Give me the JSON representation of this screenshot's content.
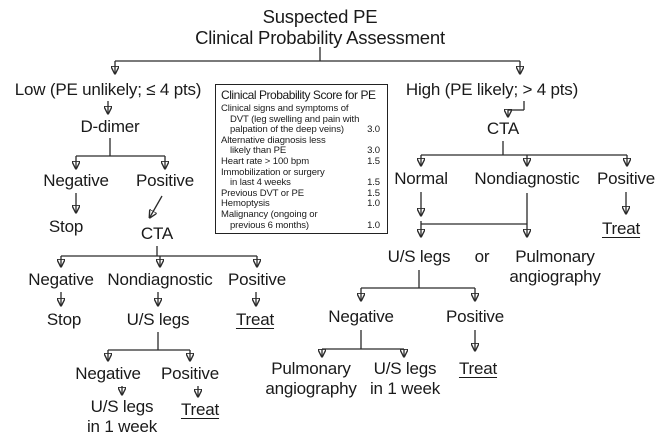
{
  "colors": {
    "ink": "#1a1a1a",
    "background": "#ffffff"
  },
  "title": {
    "line1": "Suspected PE",
    "line2": "Clinical Probability Assessment"
  },
  "flow": {
    "low_header": "Low (PE unlikely; ≤ 4 pts)",
    "high_header": "High (PE likely; > 4 pts)",
    "d_dimer": "D-dimer",
    "dd_negative": "Negative",
    "dd_positive": "Positive",
    "stop_after_ddimer": "Stop",
    "cta_left": "CTA",
    "cta_left_negative": "Negative",
    "cta_left_nondiagnostic": "Nondiagnostic",
    "cta_left_positive": "Positive",
    "stop_after_cta": "Stop",
    "us_legs_left": "U/S legs",
    "treat_cta_left": "Treat",
    "usl_left_negative": "Negative",
    "usl_left_positive": "Positive",
    "us_legs_1week_left_line1": "U/S legs",
    "us_legs_1week_left_line2": "in 1 week",
    "treat_usl_left": "Treat",
    "cta_right": "CTA",
    "cta_right_normal": "Normal",
    "cta_right_nondiagnostic": "Nondiagnostic",
    "cta_right_positive": "Positive",
    "treat_cta_right": "Treat",
    "us_legs_right": "U/S legs",
    "or_connector": "or",
    "pulmonary_angiography_mid_line1": "Pulmonary",
    "pulmonary_angiography_mid_line2": "angiography",
    "usl_right_negative": "Negative",
    "usl_right_positive": "Positive",
    "pulmonary_angiography_bottom_line1": "Pulmonary",
    "pulmonary_angiography_bottom_line2": "angiography",
    "us_legs_1week_right_line1": "U/S legs",
    "us_legs_1week_right_line2": "in 1 week",
    "treat_usl_right": "Treat"
  },
  "score_box": {
    "title": "Clinical Probability Score for PE",
    "rows": [
      {
        "text": "Clinical signs and symptoms of",
        "indent": 0,
        "score": ""
      },
      {
        "text": "DVT (leg swelling and pain with",
        "indent": 1,
        "score": ""
      },
      {
        "text": "palpation of the deep veins)",
        "indent": 1,
        "score": "3.0"
      },
      {
        "text": "Alternative diagnosis less",
        "indent": 0,
        "score": ""
      },
      {
        "text": "likely than PE",
        "indent": 1,
        "score": "3.0"
      },
      {
        "text": "Heart rate > 100 bpm",
        "indent": 0,
        "score": "1.5"
      },
      {
        "text": "Immobilization or surgery",
        "indent": 0,
        "score": ""
      },
      {
        "text": "in last 4 weeks",
        "indent": 1,
        "score": "1.5"
      },
      {
        "text": "Previous DVT or PE",
        "indent": 0,
        "score": "1.5"
      },
      {
        "text": "Hemoptysis",
        "indent": 0,
        "score": "1.0"
      },
      {
        "text": "Malignancy (ongoing or",
        "indent": 0,
        "score": ""
      },
      {
        "text": "previous 6 months)",
        "indent": 1,
        "score": "1.0"
      }
    ]
  }
}
